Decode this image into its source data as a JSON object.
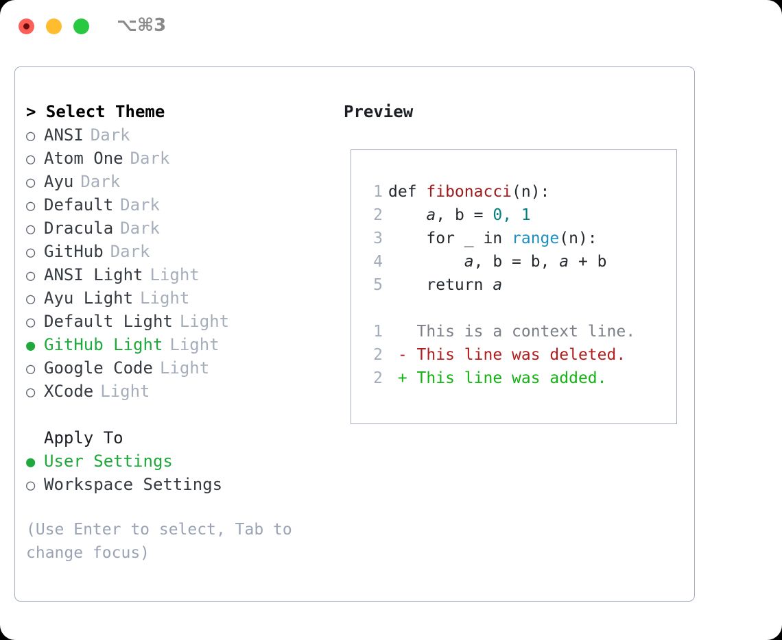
{
  "window": {
    "shortcut_label": "⌥⌘3",
    "traffic_lights": [
      {
        "name": "close",
        "color": "#fd5f57"
      },
      {
        "name": "minimize",
        "color": "#febc2e"
      },
      {
        "name": "maximize",
        "color": "#28c840"
      }
    ]
  },
  "theme_picker": {
    "header": "> Select Theme",
    "selected_bullet": "●",
    "unselected_bullet": "○",
    "items": [
      {
        "name": "ANSI",
        "kind": "Dark",
        "selected": false
      },
      {
        "name": "Atom One",
        "kind": "Dark",
        "selected": false
      },
      {
        "name": "Ayu",
        "kind": "Dark",
        "selected": false
      },
      {
        "name": "Default",
        "kind": "Dark",
        "selected": false
      },
      {
        "name": "Dracula",
        "kind": "Dark",
        "selected": false
      },
      {
        "name": "GitHub",
        "kind": "Dark",
        "selected": false
      },
      {
        "name": "ANSI Light",
        "kind": "Light",
        "selected": false
      },
      {
        "name": "Ayu Light",
        "kind": "Light",
        "selected": false
      },
      {
        "name": "Default Light",
        "kind": "Light",
        "selected": false
      },
      {
        "name": "GitHub Light",
        "kind": "Light",
        "selected": true
      },
      {
        "name": "Google Code",
        "kind": "Light",
        "selected": false
      },
      {
        "name": "XCode",
        "kind": "Light",
        "selected": false
      }
    ]
  },
  "apply_to": {
    "header": "Apply To",
    "items": [
      {
        "name": "User Settings",
        "selected": true
      },
      {
        "name": "Workspace Settings",
        "selected": false
      }
    ]
  },
  "hint": {
    "line1": "(Use Enter to select, Tab to",
    "line2": "change focus)"
  },
  "preview": {
    "header": "Preview",
    "code_lines": [
      {
        "number": "1",
        "tokens": [
          {
            "text": "def ",
            "style": "kw"
          },
          {
            "text": "fibonacci",
            "style": "fn"
          },
          {
            "text": "(n):",
            "style": "kw"
          }
        ]
      },
      {
        "number": "2",
        "tokens": [
          {
            "text": "    ",
            "style": "kw"
          },
          {
            "text": "a",
            "style": "ital"
          },
          {
            "text": ", b = ",
            "style": "kw"
          },
          {
            "text": "0, 1",
            "style": "num"
          }
        ]
      },
      {
        "number": "3",
        "tokens": [
          {
            "text": "    for _ in ",
            "style": "kw"
          },
          {
            "text": "range",
            "style": "builtin"
          },
          {
            "text": "(n):",
            "style": "kw"
          }
        ]
      },
      {
        "number": "4",
        "tokens": [
          {
            "text": "        ",
            "style": "kw"
          },
          {
            "text": "a",
            "style": "ital"
          },
          {
            "text": ", b = b, ",
            "style": "kw"
          },
          {
            "text": "a",
            "style": "ital"
          },
          {
            "text": " + b",
            "style": "kw"
          }
        ]
      },
      {
        "number": "5",
        "tokens": [
          {
            "text": "    return ",
            "style": "kw"
          },
          {
            "text": "a",
            "style": "ital"
          }
        ]
      }
    ],
    "diff_lines": [
      {
        "number": "1",
        "marker": " ",
        "text": " This is a context line.",
        "style": "diff-context"
      },
      {
        "number": "2",
        "marker": "-",
        "text": " This line was deleted.",
        "style": "diff-del"
      },
      {
        "number": "2",
        "marker": "+",
        "text": " This line was added.",
        "style": "diff-add"
      }
    ]
  },
  "colors": {
    "accent_green": "#1fa83c",
    "muted": "#a6aebb",
    "border": "#a3acba",
    "function_red": "#a01b1b",
    "number_teal": "#00807f",
    "builtin_blue": "#1f8fc0",
    "diff_delete": "#b31d1d",
    "diff_add": "#13b313"
  }
}
